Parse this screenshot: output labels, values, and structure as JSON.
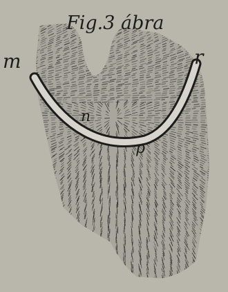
{
  "figure": {
    "caption": "Fig.3 ábra",
    "labels": {
      "m": "m",
      "r": "r",
      "n": "n",
      "p": "p"
    }
  },
  "colors": {
    "paper": "#b9b6ac",
    "ink": "#1c1c1a",
    "band": "#d6d4cc"
  }
}
